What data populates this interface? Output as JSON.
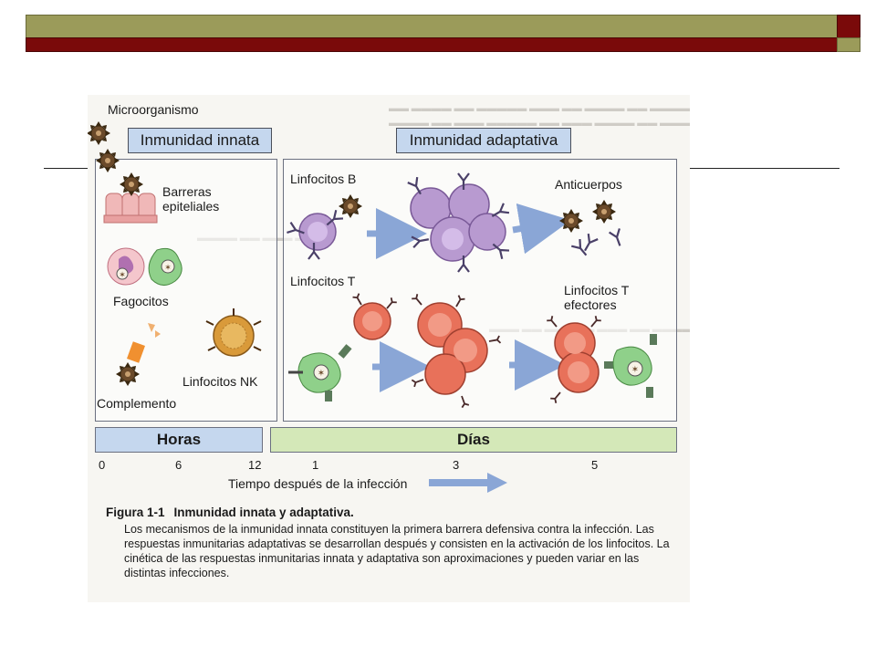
{
  "slide": {
    "accent_olive": "#9b9b5a",
    "accent_maroon": "#7a0a0a"
  },
  "figure": {
    "innate_header": "Inmunidad innata",
    "adaptive_header": "Inmunidad adaptativa",
    "labels": {
      "microorganism": "Microorganismo",
      "barriers_1": "Barreras",
      "barriers_2": "epiteliales",
      "phagocytes": "Fagocitos",
      "complement": "Complemento",
      "nk": "Linfocitos NK",
      "b_cells": "Linfocitos B",
      "antibodies": "Anticuerpos",
      "t_cells": "Linfocitos T",
      "effector_1": "Linfocitos T",
      "effector_2": "efectores"
    },
    "timeline": {
      "hours_label": "Horas",
      "days_label": "Días",
      "ticks": [
        "0",
        "6",
        "12",
        "1",
        "3",
        "5"
      ],
      "axis_label": "Tiempo después de la infección"
    },
    "caption": {
      "fig_number": "Figura 1-1",
      "title": "Inmunidad innata y adaptativa.",
      "body": "Los mecanismos de la inmunidad innata constituyen la primera barrera defensiva contra la infección. Las respuestas inmunitarias adaptativas se desarrollan después y consisten en la activación de los linfocitos. La cinética de las respuestas inmunitarias innata y adaptativa son aproximaciones y pueden variar en las distintas infecciones."
    },
    "colors": {
      "b_cell": "#b89ad0",
      "t_cell": "#e8715a",
      "phagocyte": "#8fd08a",
      "nk_cell": "#d99a3a",
      "microbe": "#6b4a2a",
      "epithelium": "#f0b8b8",
      "hours_band": "#c5d7ee",
      "days_band": "#d4e8b8",
      "arrow": "#8aa6d6"
    }
  }
}
